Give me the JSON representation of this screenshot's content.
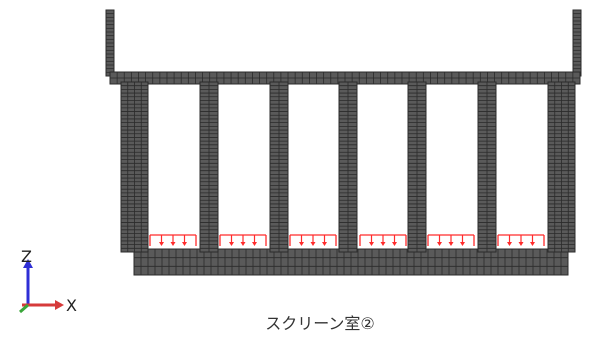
{
  "caption": "スクリーン室②",
  "axis_labels": {
    "z": "Z",
    "x": "X"
  },
  "colors": {
    "mesh_fill": "#5a5a5a",
    "mesh_line": "#2b2b2b",
    "load": "#ff2b2b",
    "axis_z": "#2f2fd6",
    "axis_x": "#d63a3a",
    "axis_y": "#3aa63a"
  }
}
